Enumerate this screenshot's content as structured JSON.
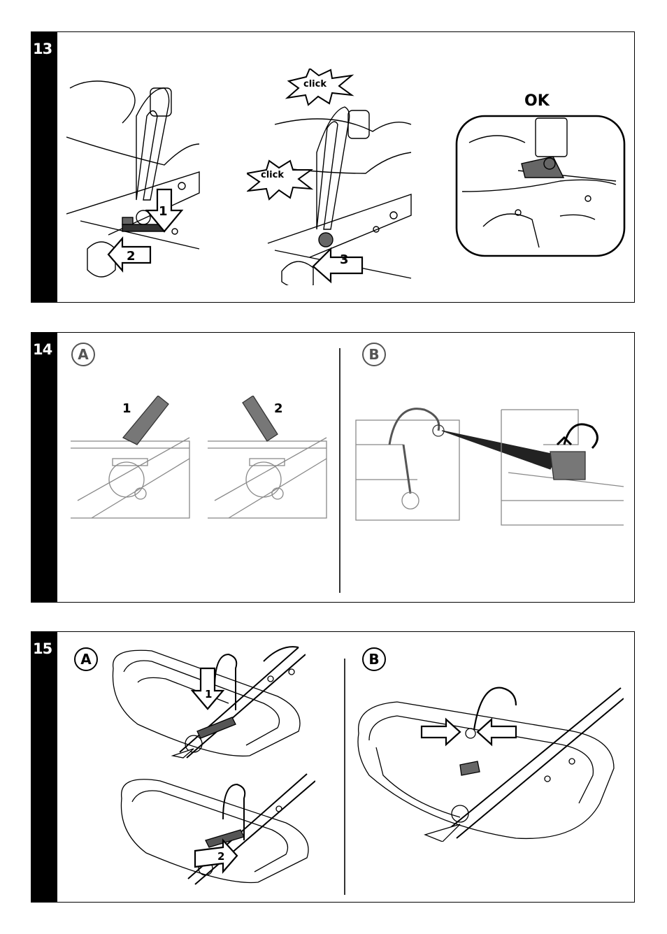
{
  "steps": [
    {
      "number": "13",
      "ok_label": "OK",
      "click_text": "click",
      "arrow_labels": [
        "1",
        "2",
        "3"
      ]
    },
    {
      "number": "14",
      "section_a": "A",
      "section_b": "B",
      "arrow_labels": [
        "1",
        "2"
      ]
    },
    {
      "number": "15",
      "section_a": "A",
      "section_b": "B",
      "arrow_labels": [
        "1",
        "2"
      ]
    }
  ]
}
